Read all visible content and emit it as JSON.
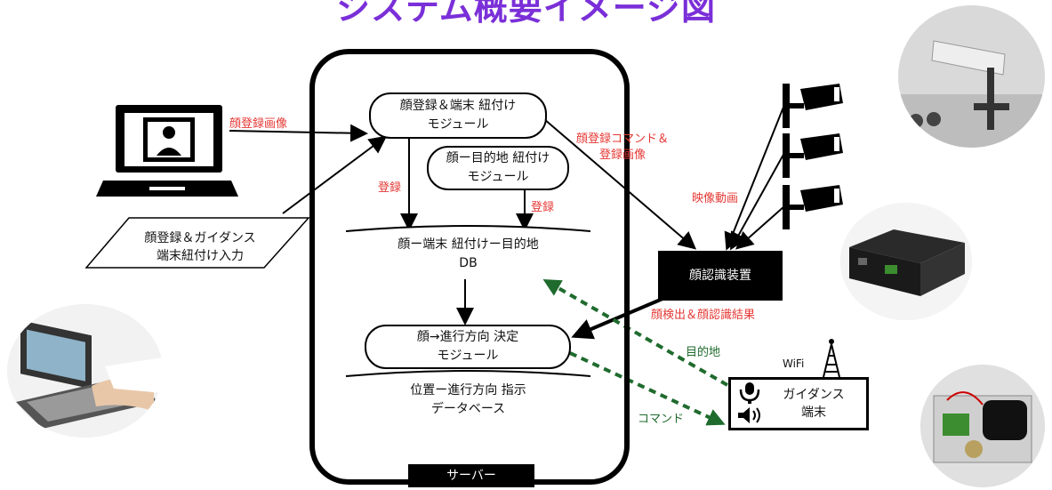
{
  "title": "システム概要イメージ図",
  "server": {
    "label": "サーバー",
    "module_face_register": [
      "顔登録＆端末 紐付け",
      "モジュール"
    ],
    "module_face_destination": [
      "顔ー目的地 紐付け",
      "モジュール"
    ],
    "db_face_terminal": [
      "顔ー端末 紐付けー目的地",
      "DB"
    ],
    "module_direction": [
      "顔→進行方向 決定",
      "モジュール"
    ],
    "db_position": [
      "位置ー進行方向 指示",
      "データベース"
    ],
    "label_register_left": "登録",
    "label_register_right": "登録"
  },
  "left": {
    "label_face_image": "顔登録画像",
    "input_text": [
      "顔登録＆ガイダンス",
      "端末紐付け入力"
    ]
  },
  "right": {
    "label_command": [
      "顔登録コマンド＆",
      "登録画像"
    ],
    "label_video": "映像動画",
    "device": "顔認識装置",
    "label_result": "顔検出＆顔認識結果",
    "label_destination": "目的地",
    "label_cmd": "コマンド",
    "wifi": "WiFi",
    "terminal": [
      "ガイダンス",
      "端末"
    ]
  },
  "colors": {
    "title": "#7a2fd8",
    "label": "#e53935",
    "dashed_arrow": "#1f6b2e"
  }
}
